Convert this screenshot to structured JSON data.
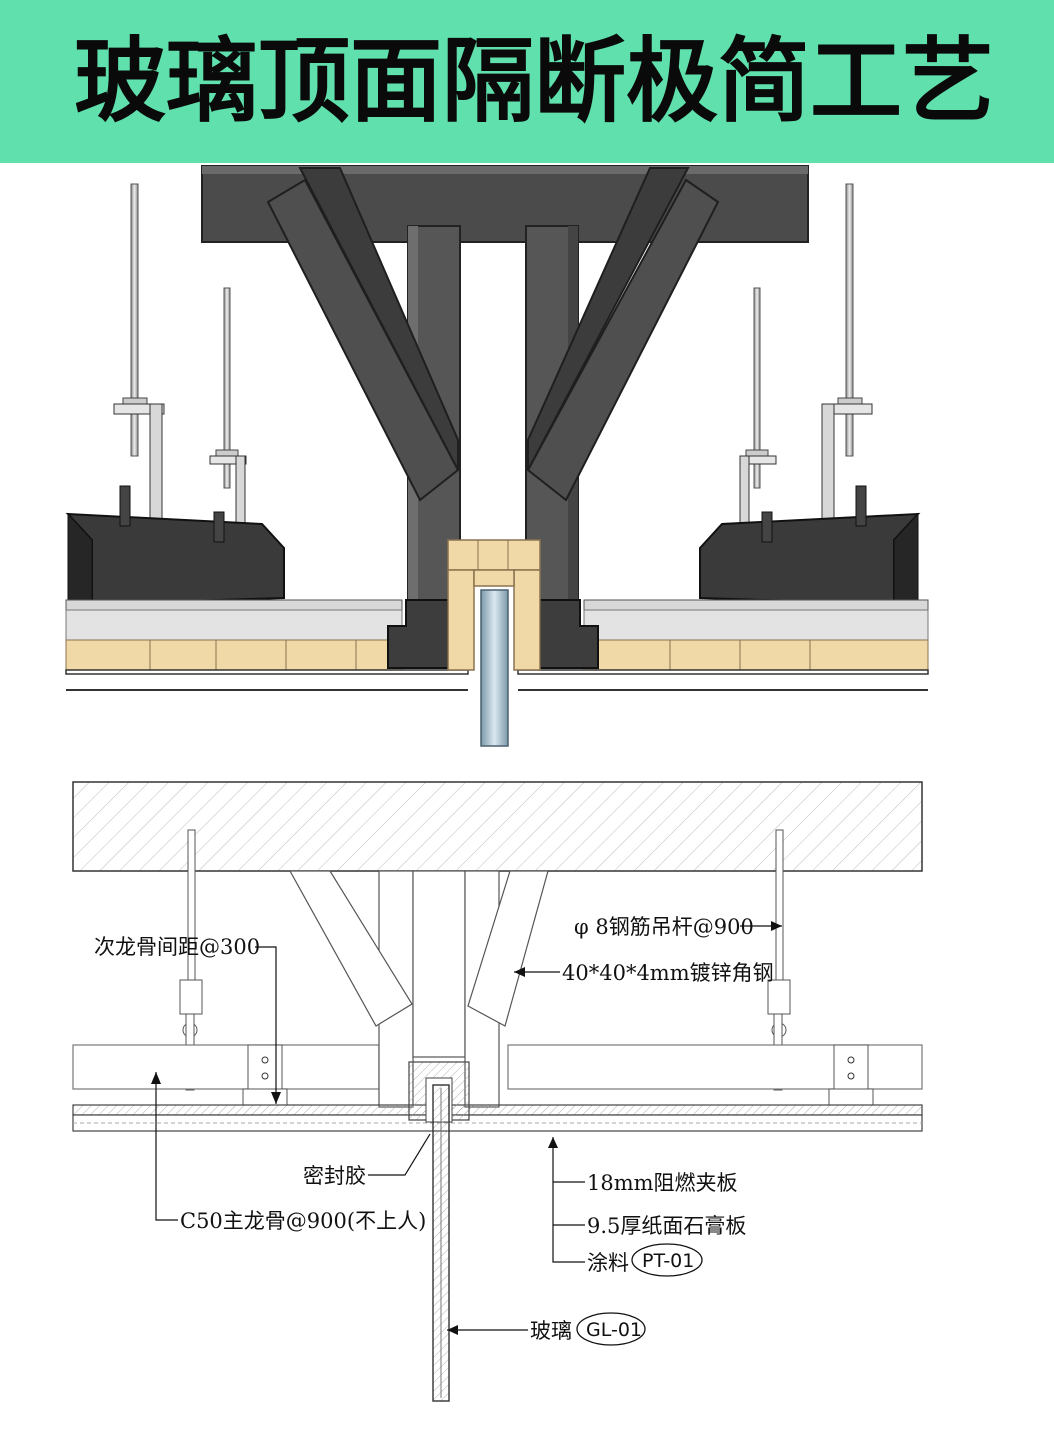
{
  "header": {
    "title": "玻璃顶面隔断极简工艺"
  },
  "colors": {
    "banner": "#5fe0ac",
    "steel": "#4a4a4a",
    "wood": "#f0d9a6",
    "glass": "#9fb6c4"
  },
  "callouts": {
    "secondary_keel_spacing": "次龙骨间距@300",
    "hanger_rod": "φ 8钢筋吊杆@900",
    "angle_steel": "40*40*4mm镀锌角钢",
    "sealant": "密封胶",
    "main_keel": "C50主龙骨@900(不上人)",
    "plywood": "18mm阻燃夹板",
    "gypsum": "9.5厚纸面石膏板",
    "paint": "涂料",
    "paint_tag": "PT-01",
    "glass": "玻璃",
    "glass_tag": "GL-01"
  }
}
